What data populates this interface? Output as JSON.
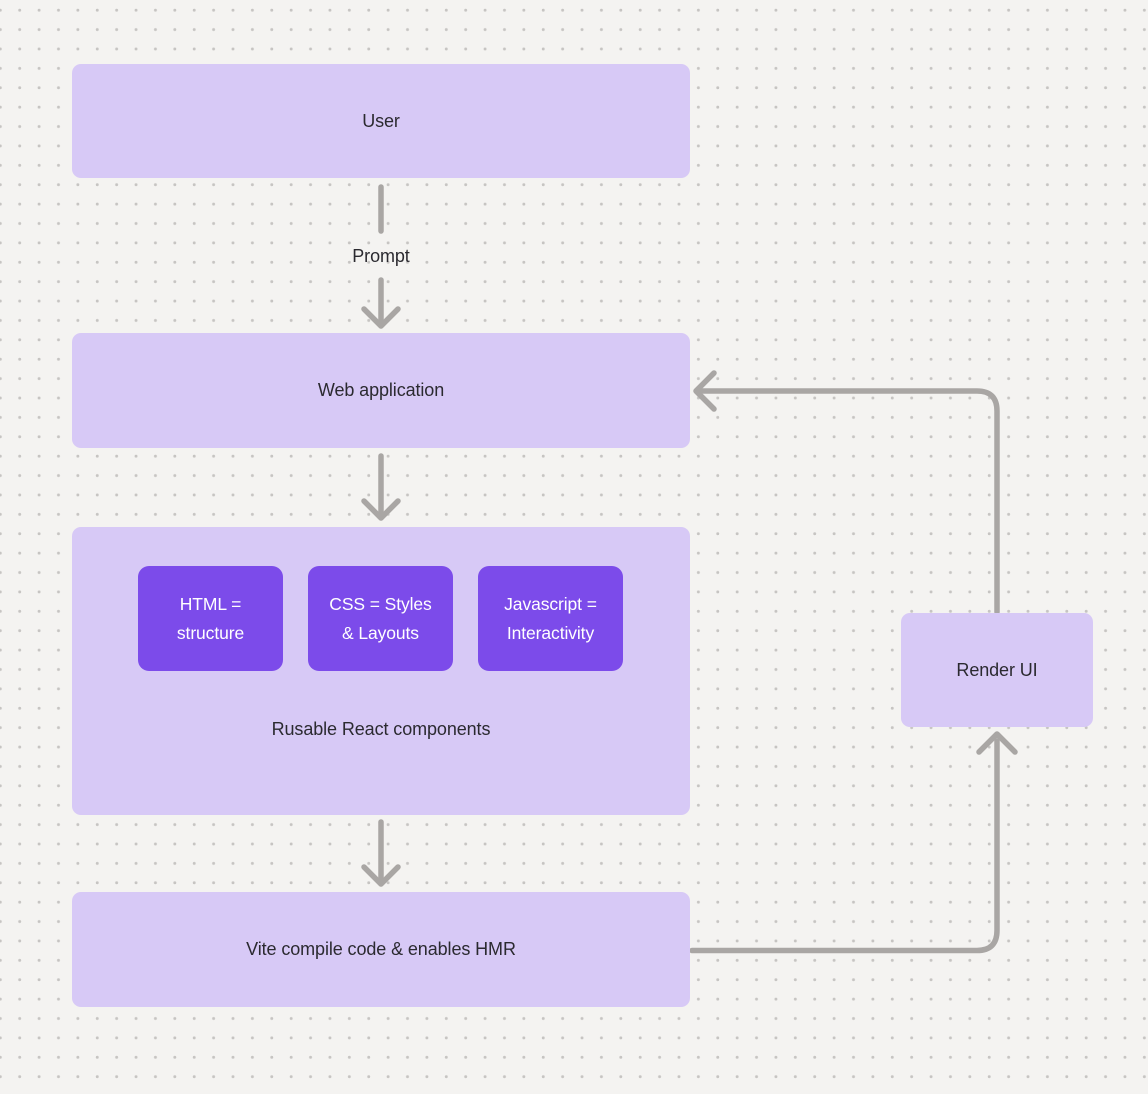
{
  "diagram": {
    "nodes": {
      "user": {
        "label": "User"
      },
      "web_application": {
        "label": "Web application"
      },
      "components_group": {
        "label": "Rusable React components"
      },
      "html": {
        "label": "HTML =\nstructure"
      },
      "css": {
        "label": "CSS = Styles\n& Layouts"
      },
      "javascript": {
        "label": "Javascript =\nInteractivity"
      },
      "vite": {
        "label": "Vite compile code & enables HMR"
      },
      "render_ui": {
        "label": "Render UI"
      }
    },
    "edges": {
      "prompt": {
        "label": "Prompt"
      }
    },
    "colors": {
      "node_light": "#d7c9f6",
      "node_dark": "#7c4bea",
      "connector": "#a9a6a4",
      "background": "#f4f3f1",
      "dot": "#c6c4c2",
      "text_dark": "#2b2a30",
      "text_light": "#ffffff"
    }
  }
}
